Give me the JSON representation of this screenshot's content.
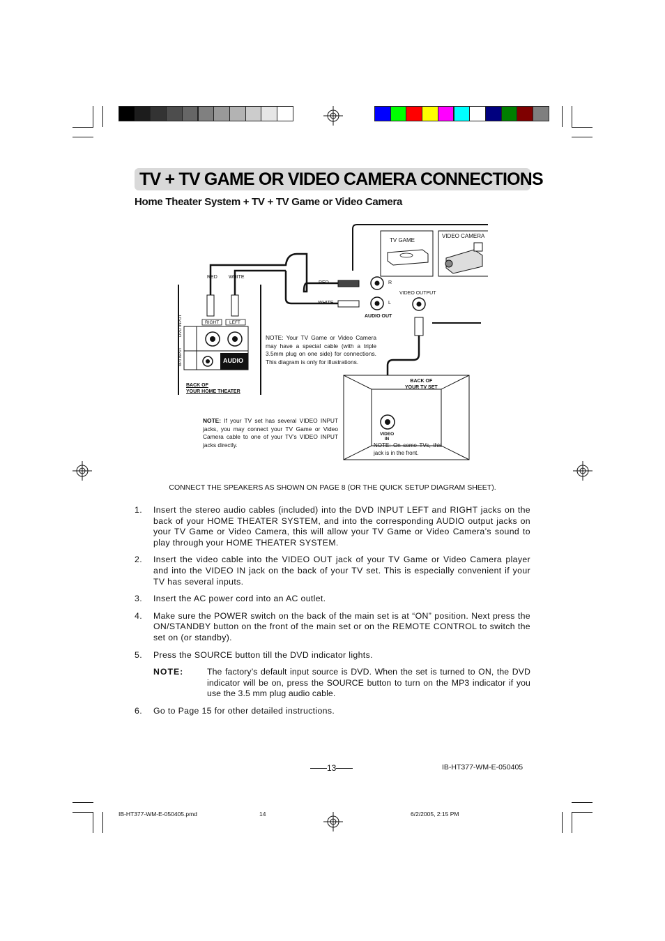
{
  "print_marks": {
    "gray_swatches": [
      "#000000",
      "#1c1c1c",
      "#333333",
      "#4d4d4d",
      "#666666",
      "#808080",
      "#999999",
      "#b3b3b3",
      "#cccccc",
      "#e6e6e6",
      "#ffffff"
    ],
    "color_swatches": [
      "#0000ff",
      "#00ff00",
      "#ff0000",
      "#ffff00",
      "#ff00ff",
      "#00ffff",
      "#ffffff",
      "#00007f",
      "#007f00",
      "#7f0000",
      "#7f7f7f"
    ]
  },
  "header": {
    "title": "TV + TV GAME OR VIDEO CAMERA CONNECTIONS",
    "subtitle": "Home Theater System + TV + TV Game or Video Camera"
  },
  "diagram": {
    "tv_game": "TV  GAME",
    "video_camera": "VIDEO CAMERA",
    "red": "RED",
    "white": "WHITE",
    "red2": "RED",
    "white2": "WHITE",
    "r": "R",
    "l": "L",
    "audio_out": "AUDIO OUT",
    "video_output": "VIDEO OUTPUT",
    "right": "RIGHT",
    "left": "LEFT",
    "dvd_input": "DVD INPUT",
    "mp3_input": "MP3 INPUT",
    "audio": "AUDIO",
    "back_home_theater_1": "BACK OF",
    "back_home_theater_2": "YOUR HOME THEATER",
    "back_tv_1": "BACK OF",
    "back_tv_2": "YOUR TV SET",
    "video_in_1": "VIDEO",
    "video_in_2": "IN",
    "note_cable": "NOTE: Your TV Game or Video Camera may have a special cable (with a triple 3.5mm plug on one side) for connections. This diagram is only for illustrations.",
    "note_tv_label": "NOTE:",
    "note_tv_text": " If your TV set has several VIDEO INPUT jacks, you may connect your TV Game or Video Camera cable to one of your TV’s VIDEO INPUT jacks directly.",
    "note_front": "NOTE: On some TVs, this jack is in the front."
  },
  "connect_speakers": "CONNECT THE SPEAKERS AS SHOWN ON PAGE 8 (OR THE QUICK SETUP DIAGRAM SHEET).",
  "steps": [
    {
      "num": "1.",
      "text": "Insert the stereo audio cables (included) into the DVD INPUT LEFT and RIGHT jacks on the back of your HOME THEATER SYSTEM, and into the corresponding AUDIO output jacks on your TV Game or Video Camera, this will allow your TV Game or Video Camera’s sound to play through your HOME THEATER SYSTEM."
    },
    {
      "num": "2.",
      "text": "Insert the video cable into the VIDEO OUT jack of your TV Game or Video Camera player and into the VIDEO IN jack on the back of your TV set. This is especially convenient if your TV has several inputs."
    },
    {
      "num": "3.",
      "text": "Insert the AC power cord into an AC outlet."
    },
    {
      "num": "4.",
      "text": "Make sure the POWER switch on the back of the main set is at “ON” position. Next press the ON/STANDBY button on the front of the main set or on the REMOTE CONTROL to switch the set on (or standby)."
    },
    {
      "num": "5.",
      "text": "Press the SOURCE button till the DVD indicator lights."
    }
  ],
  "note": {
    "label": "NOTE:",
    "text": "The factory’s default input source is DVD. When the set is turned to ON, the DVD indicator will be on, press the SOURCE button to turn on the MP3 indicator if you use the 3.5 mm plug audio cable."
  },
  "step6": {
    "num": "6.",
    "text": "Go to Page 15 for other detailed instructions."
  },
  "page_number": "13",
  "doc_code": "IB-HT377-WM-E-050405",
  "footer": {
    "file": "IB-HT377-WM-E-050405.pmd",
    "page": "14",
    "datetime": "6/2/2005, 2:15 PM"
  }
}
